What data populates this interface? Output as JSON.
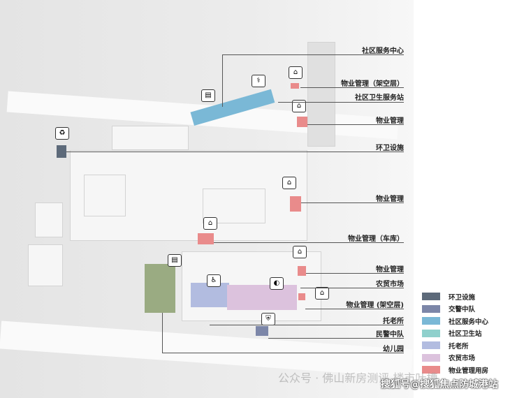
{
  "labels": [
    "社区服务中心",
    "物业管理（架空层）",
    "社区卫生服务站",
    "物业管理",
    "环卫设施",
    "物业管理",
    "物业管理（车库）",
    "物业管理",
    "农贸市场",
    "物业管理 (架空层)",
    "托老所",
    "民警中队",
    "幼儿园"
  ],
  "legend": [
    {
      "label": "环卫设施",
      "color": "#5d6a7a"
    },
    {
      "label": "交警中队",
      "color": "#7c86a8"
    },
    {
      "label": "社区服务中心",
      "color": "#7ab8d6"
    },
    {
      "label": "社区卫生站",
      "color": "#8fd0cc"
    },
    {
      "label": "托老所",
      "color": "#b2bce0"
    },
    {
      "label": "农贸市场",
      "color": "#dcc2dd"
    },
    {
      "label": "物业管理用房",
      "color": "#e98b8b"
    }
  ],
  "watermarks": {
    "wechat": "公众号 · 佛山新房测评 楼市叶槽",
    "sohu": "搜狐号@搜狐焦点防城港站"
  }
}
